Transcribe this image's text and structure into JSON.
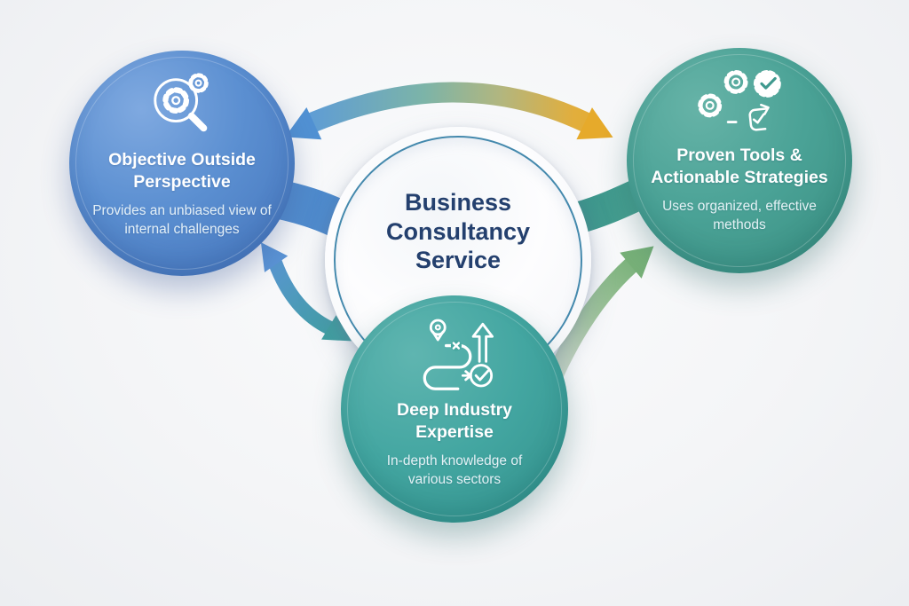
{
  "center": {
    "title": "Business Consultancy Service"
  },
  "nodes": {
    "objective": {
      "title": "Objective Outside Perspective",
      "description": "Provides an unbiased view of internal challenges",
      "icon": "magnifier-gear-icon",
      "color": "#5b8fd1"
    },
    "tools": {
      "title": "Proven Tools & Actionable Strategies",
      "description": "Uses organized, effective methods",
      "icon": "gears-check-icon",
      "color": "#4aa296"
    },
    "expertise": {
      "title": "Deep Industry Expertise",
      "description": "In-depth knowledge of various sectors",
      "icon": "route-check-icon",
      "color": "#43a6a1"
    }
  },
  "connectors": {
    "top_two_way": {
      "from": "objective",
      "to": "tools",
      "heads": 2,
      "colors": [
        "#5d9bd8",
        "#7cb4a8",
        "#e6aa2b"
      ]
    },
    "objective_expertise_two_way": {
      "from": "objective",
      "to": "expertise",
      "heads": 2,
      "colors": [
        "#5c95d6",
        "#3f9fa0"
      ]
    },
    "expertise_tools_one_way": {
      "from": "expertise",
      "to": "tools",
      "heads": 1,
      "colors": [
        "#d6dcd4",
        "#77b078"
      ]
    },
    "band_objective_center": {
      "from": "objective",
      "to": "center",
      "colors": [
        "#568fd0",
        "#4484c7"
      ]
    },
    "band_center_tools": {
      "from": "center",
      "to": "tools",
      "colors": [
        "#379089",
        "#4aa392"
      ]
    }
  },
  "palette": {
    "background": "#f4f5f7",
    "center_ring": "#4489ad",
    "center_text": "#24406e",
    "node_text": "#ffffff"
  }
}
